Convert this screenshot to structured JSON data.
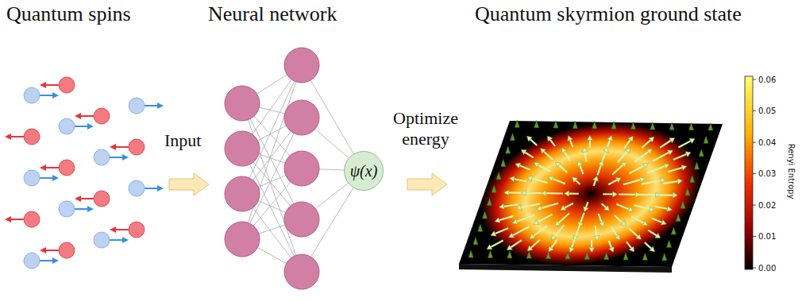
{
  "diagram": {
    "nodes": [
      {
        "text": [
          "ψ(x)"
        ]
      }
    ],
    "labels": [
      "Quantum spins",
      "Neural network",
      "Quantum skyrmion ground state",
      "Input",
      "Optimize energy",
      "0.06",
      "0.05",
      "0.04",
      "0.03",
      "0.02",
      "0.01",
      "0.00",
      "Renyi Entropy"
    ]
  }
}
